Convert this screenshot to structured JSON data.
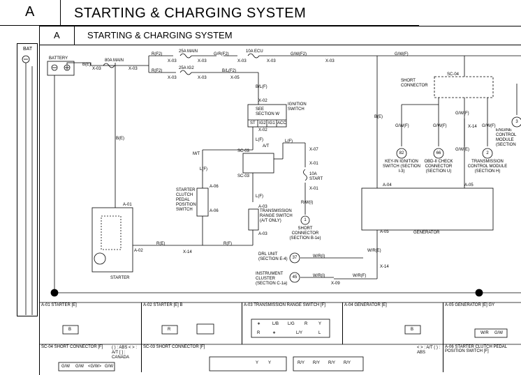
{
  "back_page": {
    "section": "A",
    "title": "STARTING & CHARGING SYSTEM",
    "side_label": "BAT"
  },
  "page": {
    "section": "A",
    "title": "STARTING & CHARGING SYSTEM"
  },
  "components": {
    "battery": "BATTERY",
    "starter": "STARTER",
    "generator": "GENERATOR",
    "ignition_switch": "IGNITION SWITCH",
    "see_section": "SEE SECTION W",
    "short_connector": "SHORT CONNECTOR",
    "starter_clutch_switch": "STARTER CLUTCH PEDAL POSITION SWITCH",
    "tr_switch": "TRANSMISSION RANGE SWITCH (A/T ONLY)"
  },
  "ignition_terminals": [
    "ST",
    "IG2",
    "IG1",
    "ACC"
  ],
  "fuses": [
    {
      "label": "80A MAIN"
    },
    {
      "label": "25A MAIN"
    },
    {
      "label": "10A ECU"
    },
    {
      "label": "25A IG2"
    },
    {
      "label": "10A START"
    }
  ],
  "wires": {
    "b_e": "B(E)",
    "r_f2": "R(F2)",
    "g_r_f2": "G/R(F2)",
    "g_w_f2": "G/W(F2)",
    "g_w_f": "G/W(F)",
    "b_l_f2": "B/L(F2)",
    "b_l_f": "B/L(F)",
    "l_f": "L(F)",
    "r_e": "R(E)",
    "r_f": "R(F)",
    "w_r_e": "W/R(E)",
    "w_r_f": "W/R(F)",
    "w_r_i": "W/R(I)",
    "r_w_i": "R/W(I)",
    "g_w_e": "G/W(E)",
    "mt": "M/T",
    "at": "A/T"
  },
  "connectors": [
    "X-03",
    "X-05",
    "X-02",
    "X-07",
    "X-01",
    "X-14",
    "X-09",
    "A-01",
    "A-02",
    "A-03",
    "A-04",
    "A-05",
    "A-06",
    "SC-03",
    "SC-04"
  ],
  "references": [
    {
      "num": "82",
      "text": "KEY-IN IGNITION SWITCH (SECTION I-3)"
    },
    {
      "num": "66",
      "text": "OBD-II CHECK CONNECTOR (SECTION U)"
    },
    {
      "num": "2",
      "text": "TRANSMISSION CONTROL MODULE (SECTION H)"
    },
    {
      "num": "3",
      "text": "ENGINE CONTROL MODULE (SECTION"
    },
    {
      "num": "1",
      "text": "SHORT CONNECTOR (SECTION B-1e)"
    },
    {
      "num": "37",
      "text": "DRL UNIT (SECTION E-4)"
    },
    {
      "num": "45",
      "text": "INSTRUMENT CLUSTER (SECTION C-1a)"
    }
  ],
  "connector_views": [
    {
      "title": "A-01 STARTER [E]",
      "pins": [
        "B"
      ]
    },
    {
      "title": "A-02 STARTER [E] B",
      "pins": [
        "R"
      ]
    },
    {
      "title": "A-03 TRANSMISSION RANGE SWITCH [F]",
      "pins": [
        "∗",
        "L/B",
        "L/G",
        "R",
        "Y",
        "R",
        "∗",
        "L/Y",
        "L"
      ]
    },
    {
      "title": "A-04 GENERATOR [E]",
      "pins": [
        "B"
      ]
    },
    {
      "title": "A-05 GENERATOR [E] GY",
      "pins": [
        "W/R",
        "G/W"
      ]
    }
  ],
  "connector_views_row2": [
    {
      "title": "SC-04 SHORT CONNECTOR [F]",
      "legend": "( ) : ABS  < > : A/T  [ ] : CANADA",
      "pins": [
        "G/W",
        "G/W",
        "<G/W>",
        "G/W"
      ]
    },
    {
      "title": "SC-03 SHORT CONNECTOR [F]",
      "legend": "< > : A/T  ( ) : ABS",
      "pins": [
        "Y",
        "Y",
        "R/Y",
        "R/Y",
        "R/Y",
        "R/Y"
      ]
    },
    {
      "title": "A-06 STARTER CLUTCH PEDAL POSITION SWITCH [F]",
      "pins": []
    }
  ]
}
